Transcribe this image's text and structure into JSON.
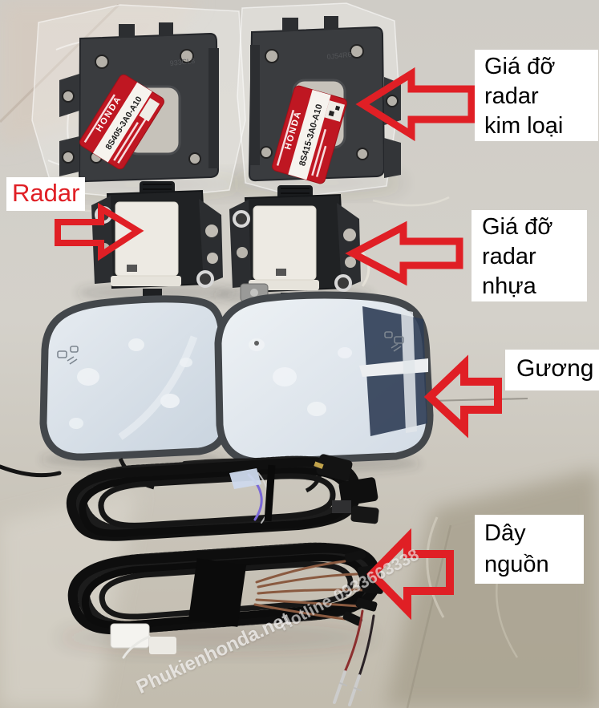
{
  "annotations": {
    "metal_bracket": {
      "lines": [
        "Giá đỡ",
        "radar",
        "kim loại"
      ]
    },
    "radar": {
      "label": "Radar"
    },
    "plastic_bracket": {
      "lines": [
        "Giá đỡ",
        "radar",
        "nhựa"
      ]
    },
    "mirror": {
      "label": "Gương"
    },
    "power_cable": {
      "lines": [
        "Dây",
        "nguồn"
      ]
    }
  },
  "watermarks": {
    "website": "Phukienhonda.net",
    "hotline": "Hotline 0933663338"
  },
  "stickers": {
    "brand": "HONDA",
    "left_part_number": "8S405-3A0-A10",
    "right_part_number": "8S415-3A0-A10"
  },
  "engravings": {
    "left": "933CL8",
    "right": "0J54R6"
  },
  "colors": {
    "arrow_red": "#e01f25",
    "annotation_text": "#000000",
    "annotation_bg": "#ffffff",
    "radar_label_text": "#e01f25",
    "honda_sticker_red": "#bf1722",
    "mirror_tint": "#d9e1e9",
    "floor_beige": "#ccc8c0",
    "harness_black": "#111111"
  }
}
